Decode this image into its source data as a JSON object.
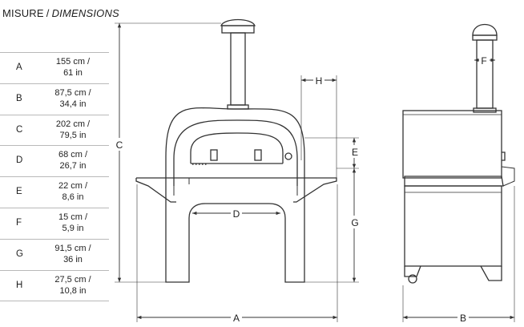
{
  "header": {
    "title": "MISURE",
    "separator": "/",
    "title_alt": "DIMENSIONS"
  },
  "dimensions": [
    {
      "key": "A",
      "metric": "155 cm /",
      "imperial": "61 in"
    },
    {
      "key": "B",
      "metric": "87,5 cm /",
      "imperial": "34,4 in"
    },
    {
      "key": "C",
      "metric": "202 cm /",
      "imperial": "79,5 in"
    },
    {
      "key": "D",
      "metric": "68 cm /",
      "imperial": "26,7 in"
    },
    {
      "key": "E",
      "metric": "22 cm /",
      "imperial": "8,6 in"
    },
    {
      "key": "F",
      "metric": "15 cm /",
      "imperial": "5,9 in"
    },
    {
      "key": "G",
      "metric": "91,5 cm /",
      "imperial": "36 in"
    },
    {
      "key": "H",
      "metric": "27,5 cm /",
      "imperial": "10,8 in"
    }
  ],
  "drawing": {
    "front_labels": {
      "a": "A",
      "c": "C",
      "d": "D",
      "e": "E",
      "g": "G",
      "h": "H"
    },
    "side_labels": {
      "b": "B",
      "f": "F"
    }
  },
  "colors": {
    "line": "#333333",
    "table_border": "#b9b9b9",
    "text": "#1e1e1e"
  }
}
